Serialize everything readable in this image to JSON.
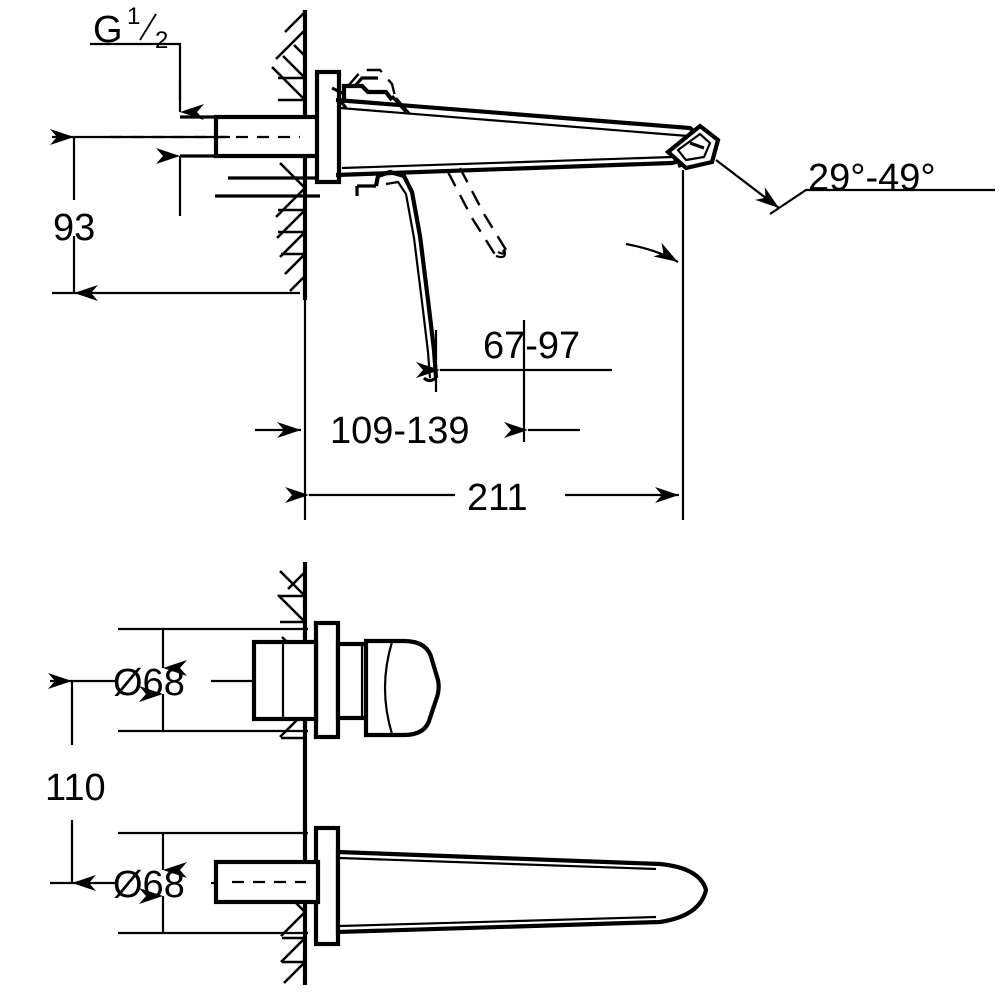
{
  "document": {
    "type": "technical-dimension-drawing",
    "subject": "Wall-mounted two-hole basin mixer faucet",
    "units": "mm",
    "line_color": "#000000",
    "background_color": "#ffffff"
  },
  "views": {
    "top": {
      "name": "side-elevation-view",
      "labels": {
        "thread": "G",
        "thread_fraction_numerator": "1",
        "thread_fraction_denominator": "2",
        "height_from_inlet": "93",
        "spout_height_range": "67-97",
        "lever_clearance_range": "109-139",
        "total_projection": "211",
        "handle_angle_range": "29°-49°"
      }
    },
    "bottom": {
      "name": "front-offset-view",
      "labels": {
        "escutcheon_upper_diameter": "Ø68",
        "escutcheon_lower_diameter": "Ø68",
        "center_distance": "110"
      }
    }
  },
  "dimensions_list": [
    {
      "id": "thread-size",
      "value": "G 1/2",
      "view": "top"
    },
    {
      "id": "height-93",
      "value": "93",
      "view": "top"
    },
    {
      "id": "range-67-97",
      "value": "67-97",
      "view": "top"
    },
    {
      "id": "range-109-139",
      "value": "109-139",
      "view": "top"
    },
    {
      "id": "projection-211",
      "value": "211",
      "view": "top"
    },
    {
      "id": "angle-range",
      "value": "29°-49°",
      "view": "top"
    },
    {
      "id": "diameter-upper",
      "value": "Ø68",
      "view": "bottom"
    },
    {
      "id": "diameter-lower",
      "value": "Ø68",
      "view": "bottom"
    },
    {
      "id": "center-distance",
      "value": "110",
      "view": "bottom"
    }
  ]
}
